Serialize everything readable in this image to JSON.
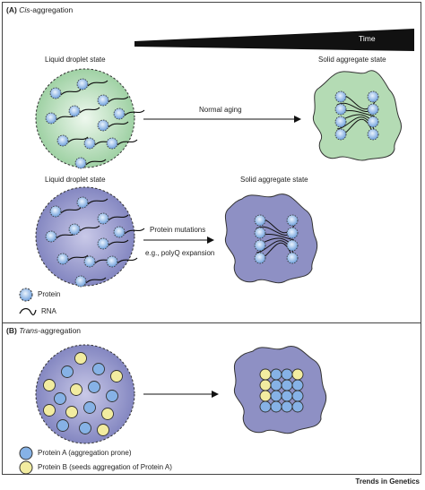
{
  "panel_a": {
    "letter": "(A)",
    "title_italic": "Cis",
    "title_rest": "-aggregation",
    "time_label": "Time",
    "row1": {
      "left_label": "Liquid droplet state",
      "right_label": "Solid aggregate state",
      "arrow_label": "Normal aging"
    },
    "row2": {
      "left_label": "Liquid droplet state",
      "right_label": "Solid aggregate state",
      "arrow_label_1": "Protein mutations",
      "arrow_label_2": "e.g., polyQ expansion"
    },
    "legend": {
      "protein": "Protein",
      "rna": "RNA"
    }
  },
  "panel_b": {
    "letter": "(B)",
    "title_italic": "Trans",
    "title_rest": "-aggregation",
    "legend": {
      "protein_a": "Protein A (aggregation prone)",
      "protein_b": "Protein B (seeds aggregation of Protein A)"
    }
  },
  "footer": "Trends in Genetics",
  "colors": {
    "green_droplet": "#c3e3c6",
    "purple_droplet": "#9597c8",
    "protein_blue": "#86b2e6",
    "protein_yellow": "#f2eca0",
    "aggregate_green": "#b4dbb4",
    "aggregate_purple": "#8e90c4"
  }
}
